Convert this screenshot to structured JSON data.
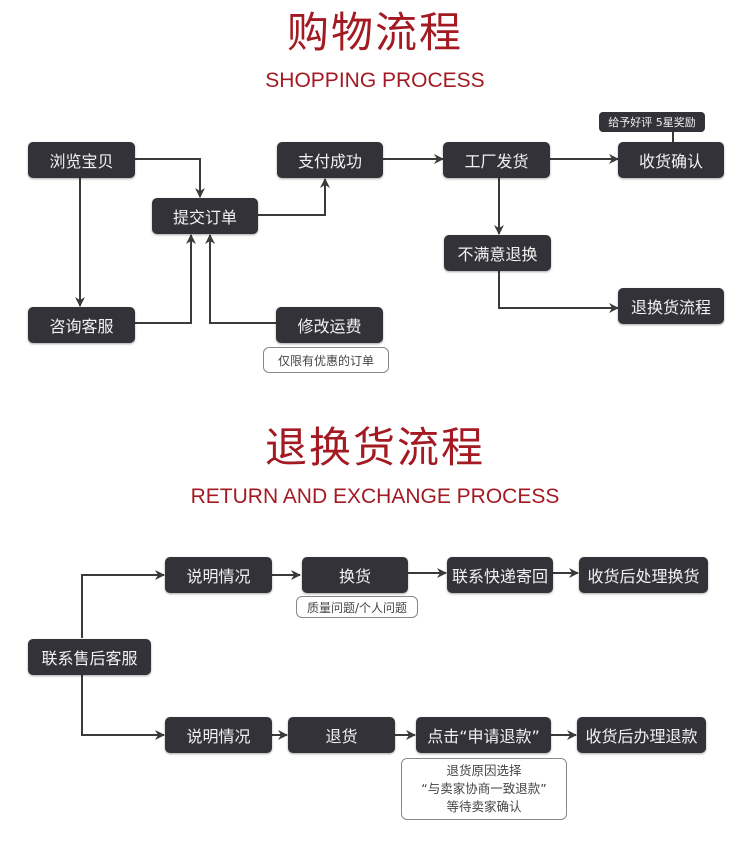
{
  "shopping": {
    "title_cn": "购物流程",
    "title_en": "SHOPPING PROCESS",
    "nodes": {
      "browse": "浏览宝贝",
      "consult": "咨询客服",
      "submit_order": "提交订单",
      "modify_shipping": "修改运费",
      "payment_success": "支付成功",
      "factory_ship": "工厂发货",
      "confirm_receipt": "收货确认",
      "unsatisfied": "不满意退换",
      "return_process": "退换货流程"
    },
    "notes": {
      "discount_only": "仅限有优惠的订单",
      "review_reward": "给予好评 5星奖励"
    }
  },
  "returns": {
    "title_cn": "退换货流程",
    "title_en": "RETURN AND EXCHANGE PROCESS",
    "nodes": {
      "contact_service": "联系售后客服",
      "explain_exchange": "说明情况",
      "exchange": "换货",
      "contact_courier": "联系快递寄回",
      "handle_exchange": "收货后处理换货",
      "explain_return": "说明情况",
      "return": "退货",
      "apply_refund": "点击“申请退款”",
      "handle_refund": "收货后办理退款"
    },
    "notes": {
      "exchange_reason": "质量问题/个人问题",
      "refund_lines": [
        "退货原因选择",
        "“与卖家协商一致退款”",
        "等待卖家确认"
      ]
    }
  }
}
